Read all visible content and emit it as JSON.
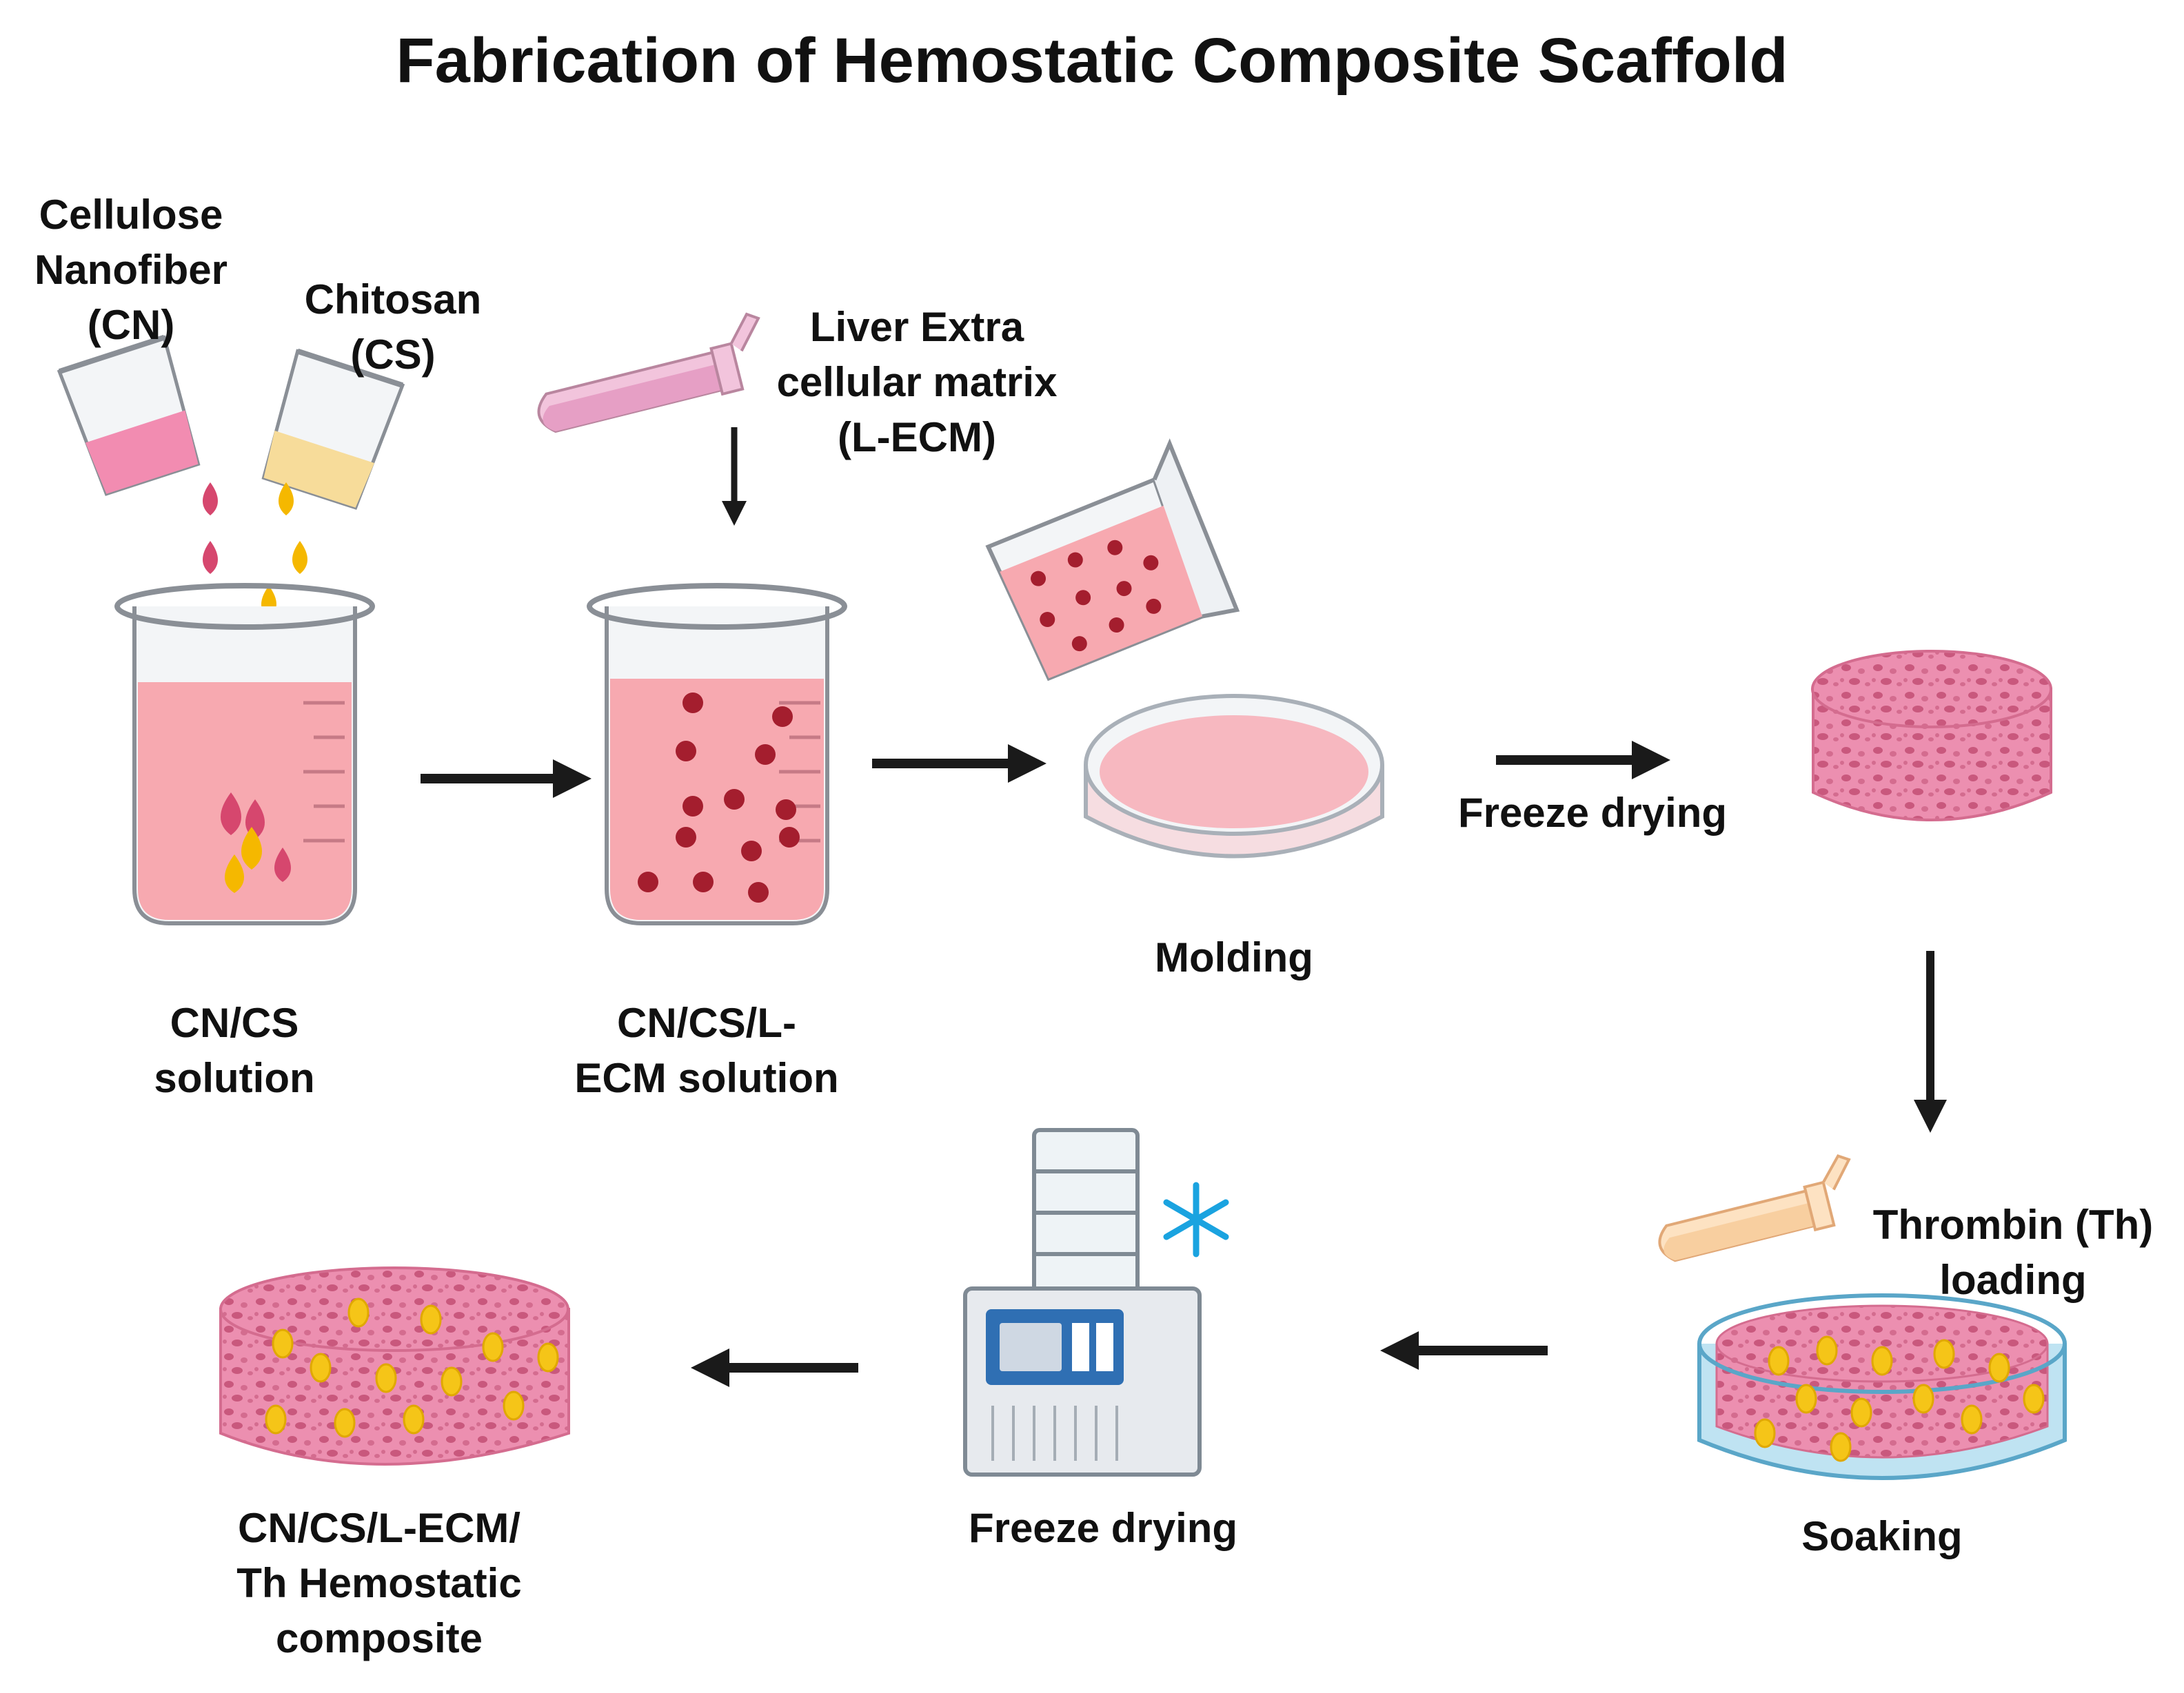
{
  "title": "Fabrication of Hemostatic Composite Scaffold",
  "ingredients": {
    "cn": [
      "Cellulose",
      "Nanofiber",
      "(CN)"
    ],
    "cs": [
      "Chitosan",
      "(CS)"
    ],
    "lecm": [
      "Liver Extra",
      "cellular matrix",
      "(L-ECM)"
    ]
  },
  "steps": {
    "cn_cs_solution": [
      "CN/CS",
      "solution"
    ],
    "cn_cs_lecm_solution": [
      "CN/CS/L-",
      "ECM solution"
    ],
    "molding": "Molding",
    "freeze_drying_1": "Freeze drying",
    "thrombin_loading": [
      "Thrombin (Th)",
      "loading"
    ],
    "soaking": "Soaking",
    "freeze_drying_2": "Freeze drying",
    "final_composite": [
      "CN/CS/L-ECM/",
      "Th Hemostatic",
      "composite"
    ]
  },
  "colors": {
    "cn_drop": "#d6476e",
    "cs_drop": "#f5b800",
    "solution": "#f7a9b0",
    "lecm_particle": "#a41e2e",
    "scaffold": "#ec8fb0",
    "thrombin": "#f5c518",
    "soak_liquid": "#bfe3f2",
    "snowflake": "#1aa3e0",
    "arrow": "#1a1a1a"
  }
}
